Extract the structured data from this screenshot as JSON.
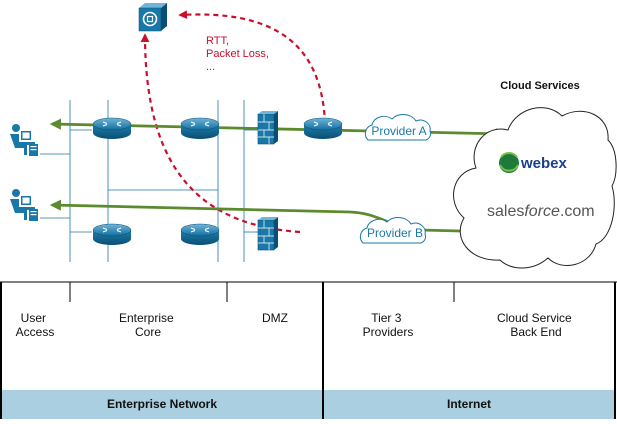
{
  "diagram": {
    "metrics_label_lines": [
      "RTT,",
      "Packet Loss,",
      "..."
    ],
    "cloud_services_title": "Cloud Services",
    "providers": [
      {
        "label": "Provider A"
      },
      {
        "label": "Provider B"
      }
    ],
    "services": {
      "webex": "webex",
      "salesforce": {
        "part1": "sales",
        "part2": "force",
        "part3": ".com"
      }
    }
  },
  "zones": [
    {
      "lines": [
        "User",
        "Access"
      ]
    },
    {
      "lines": [
        "Enterprise",
        "Core"
      ]
    },
    {
      "lines": [
        "DMZ"
      ]
    },
    {
      "lines": [
        "Tier 3",
        "Providers"
      ]
    },
    {
      "lines": [
        "Cloud Service",
        "Back End"
      ]
    }
  ],
  "bands": [
    {
      "label": "Enterprise Network"
    },
    {
      "label": "Internet"
    }
  ],
  "colors": {
    "link_green": "#5c8a2e",
    "probe_red": "#c8102e",
    "device_blue": "#1a78a8",
    "band_blue": "#aacfe0"
  }
}
